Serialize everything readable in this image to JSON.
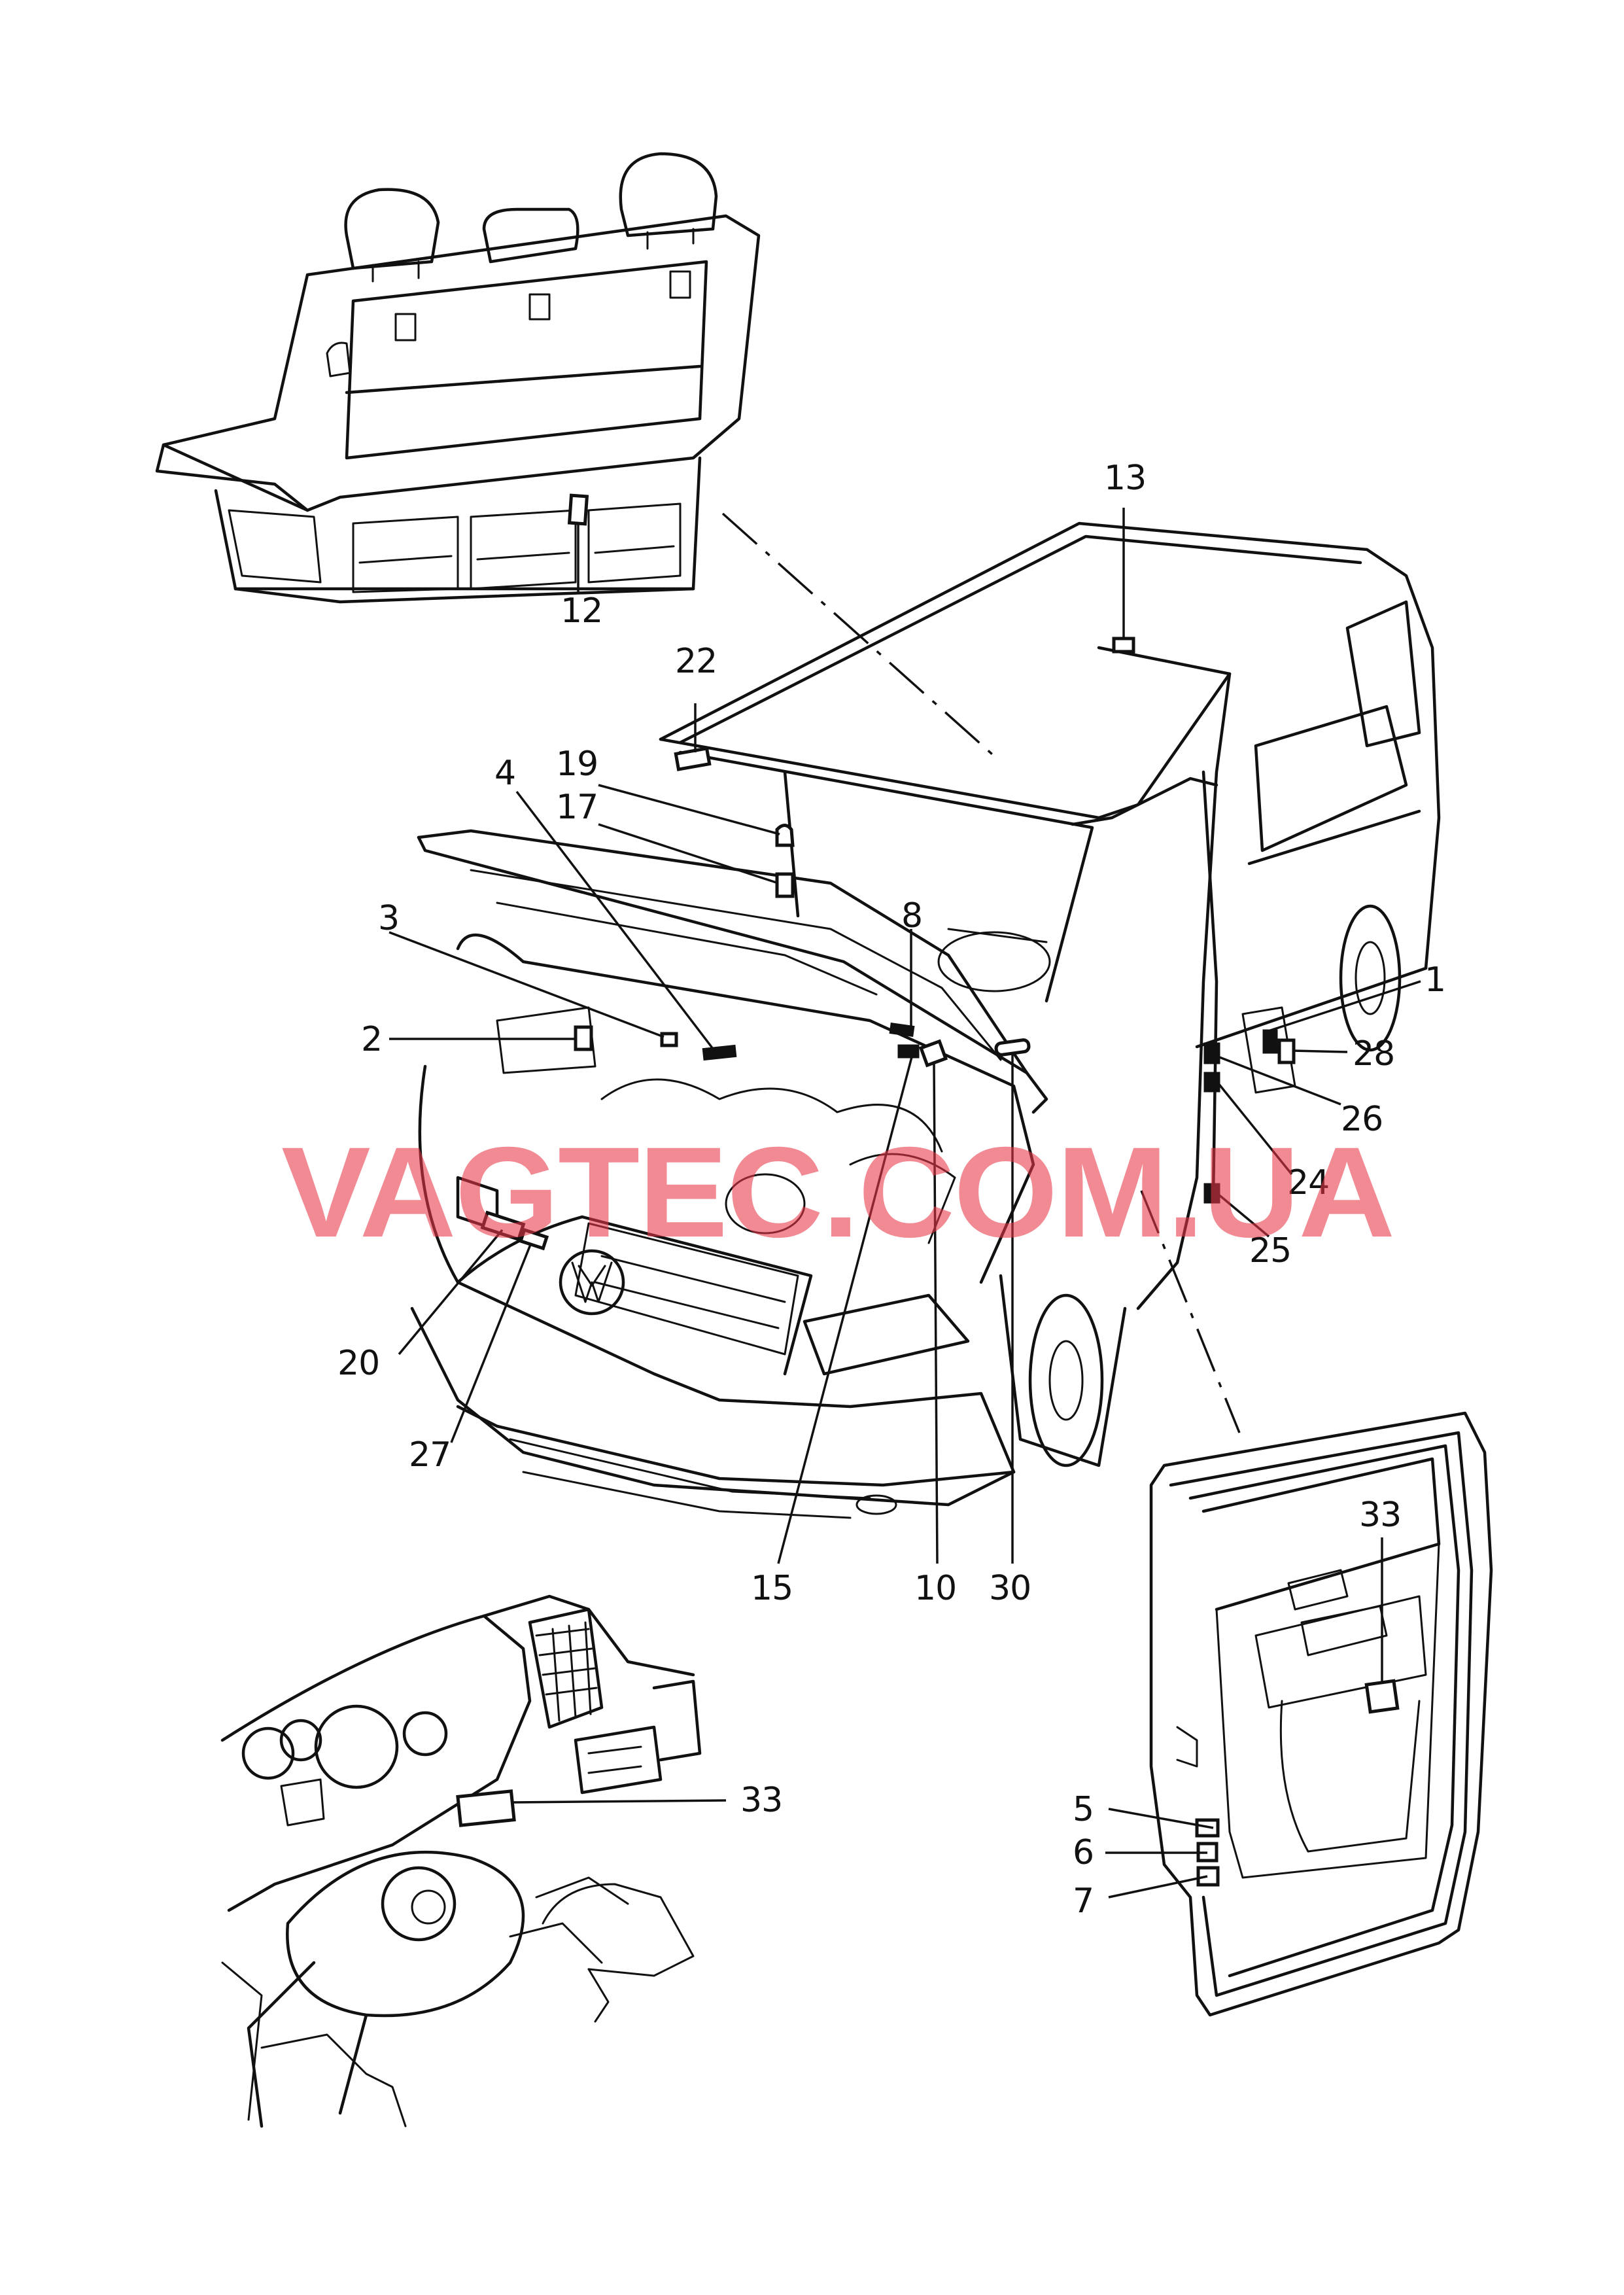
{
  "watermark": "VAGTEC.COM.UA",
  "callouts": [
    {
      "id": "c1",
      "text": "1"
    },
    {
      "id": "c2",
      "text": "2"
    },
    {
      "id": "c3",
      "text": "3"
    },
    {
      "id": "c4",
      "text": "4"
    },
    {
      "id": "c5",
      "text": "5"
    },
    {
      "id": "c6",
      "text": "6"
    },
    {
      "id": "c7",
      "text": "7"
    },
    {
      "id": "c8",
      "text": "8"
    },
    {
      "id": "c10",
      "text": "10"
    },
    {
      "id": "c12",
      "text": "12"
    },
    {
      "id": "c13",
      "text": "13"
    },
    {
      "id": "c15",
      "text": "15"
    },
    {
      "id": "c17",
      "text": "17"
    },
    {
      "id": "c19",
      "text": "19"
    },
    {
      "id": "c20",
      "text": "20"
    },
    {
      "id": "c22",
      "text": "22"
    },
    {
      "id": "c24",
      "text": "24"
    },
    {
      "id": "c25",
      "text": "25"
    },
    {
      "id": "c26",
      "text": "26"
    },
    {
      "id": "c27",
      "text": "27"
    },
    {
      "id": "c28",
      "text": "28"
    },
    {
      "id": "c30",
      "text": "30"
    },
    {
      "id": "c33a",
      "text": "33"
    },
    {
      "id": "c33b",
      "text": "33"
    }
  ],
  "colors": {
    "line": "#111111",
    "watermark": "#e83646"
  }
}
